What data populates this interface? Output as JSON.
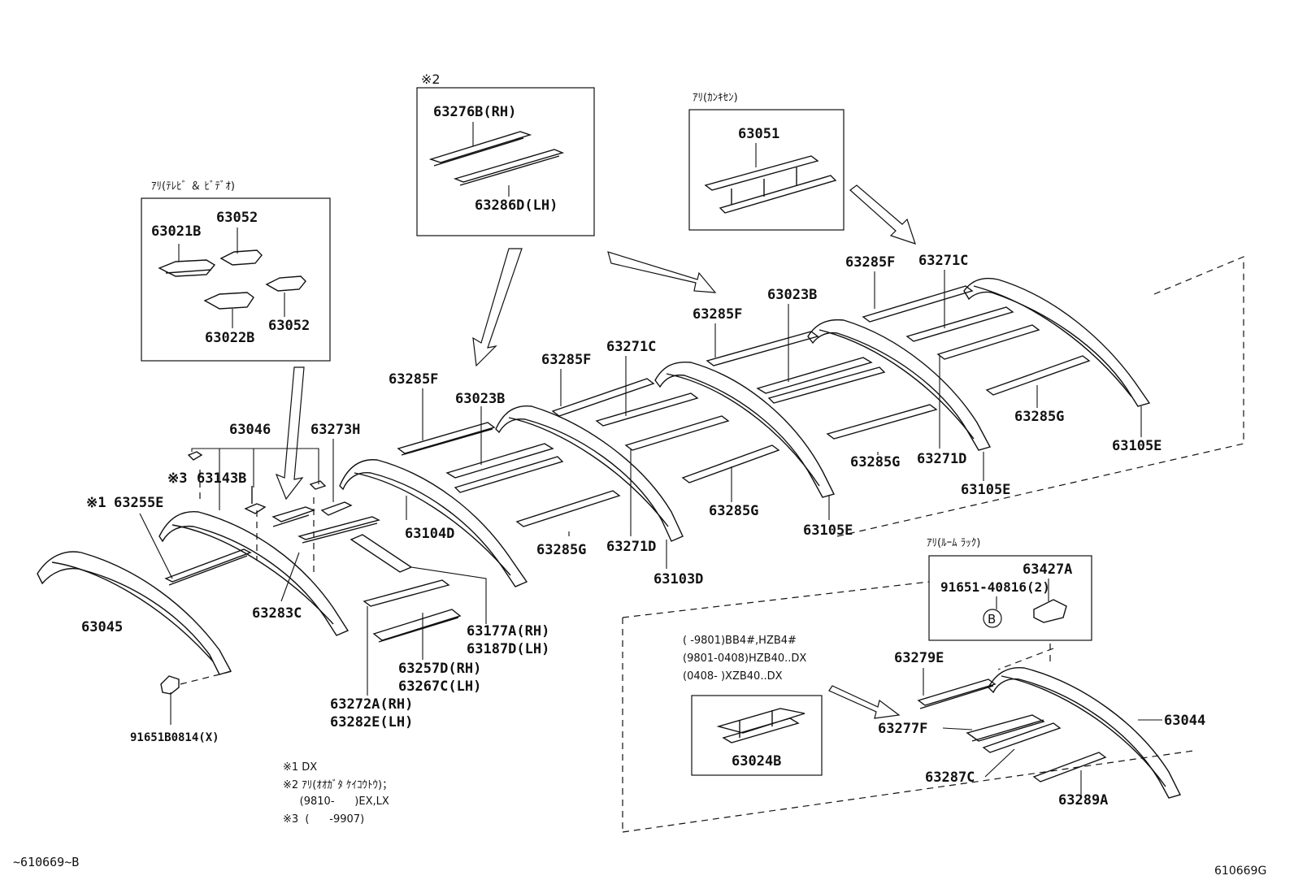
{
  "boxes": {
    "tv_video": {
      "title": "ｱﾘ(ﾃﾚﾋﾞ ＆ ﾋﾞﾃﾞｵ)",
      "parts": [
        "63021B",
        "63052",
        "63022B",
        "63052"
      ]
    },
    "note2_box": {
      "mark": "※2",
      "parts": [
        "63276B(RH)",
        "63286D(LH)"
      ]
    },
    "ventilator": {
      "title": "ｱﾘ(ｶﾝｷｾﾝ)",
      "parts": [
        "63051"
      ]
    },
    "room_rack": {
      "title": "ｱﾘ(ﾙｰﾑ ﾗｯｸ)",
      "parts": [
        "63427A",
        "91651-40816(2)",
        "B"
      ]
    },
    "models_box": {
      "parts": [
        "63024B"
      ]
    }
  },
  "model_conditions": [
    "(    -9801)BB4#,HZB4#",
    "(9801-0408)HZB40..DX",
    "(0408-     )XZB40..DX"
  ],
  "labels": [
    "63046",
    "63273H",
    "※3",
    "63143B",
    "※1",
    "63255E",
    "63045",
    "91651B0814(X)",
    "63283C",
    "63177A(RH)",
    "63187D(LH)",
    "63257D(RH)",
    "63267C(LH)",
    "63272A(RH)",
    "63282E(LH)",
    "63285F",
    "63023B",
    "63104D",
    "63285G",
    "63285F",
    "63271C",
    "63271D",
    "63103D",
    "63285F",
    "63023B",
    "63285G",
    "63105E",
    "63285F",
    "63271C",
    "63285G",
    "63271D",
    "63105E",
    "63285G",
    "63105E",
    "63279E",
    "63277F",
    "63287C",
    "63289A",
    "63044"
  ],
  "notes": [
    "※1  DX",
    "※2  ｱﾘ(ｵｵｶﾞﾀ ｹｲｺｳﾄｳ)；",
    "     (9810-      )EX,LX",
    "※3  (      -9907)"
  ],
  "footer": {
    "left_code": "~610669~B",
    "right_code": "610669G"
  }
}
